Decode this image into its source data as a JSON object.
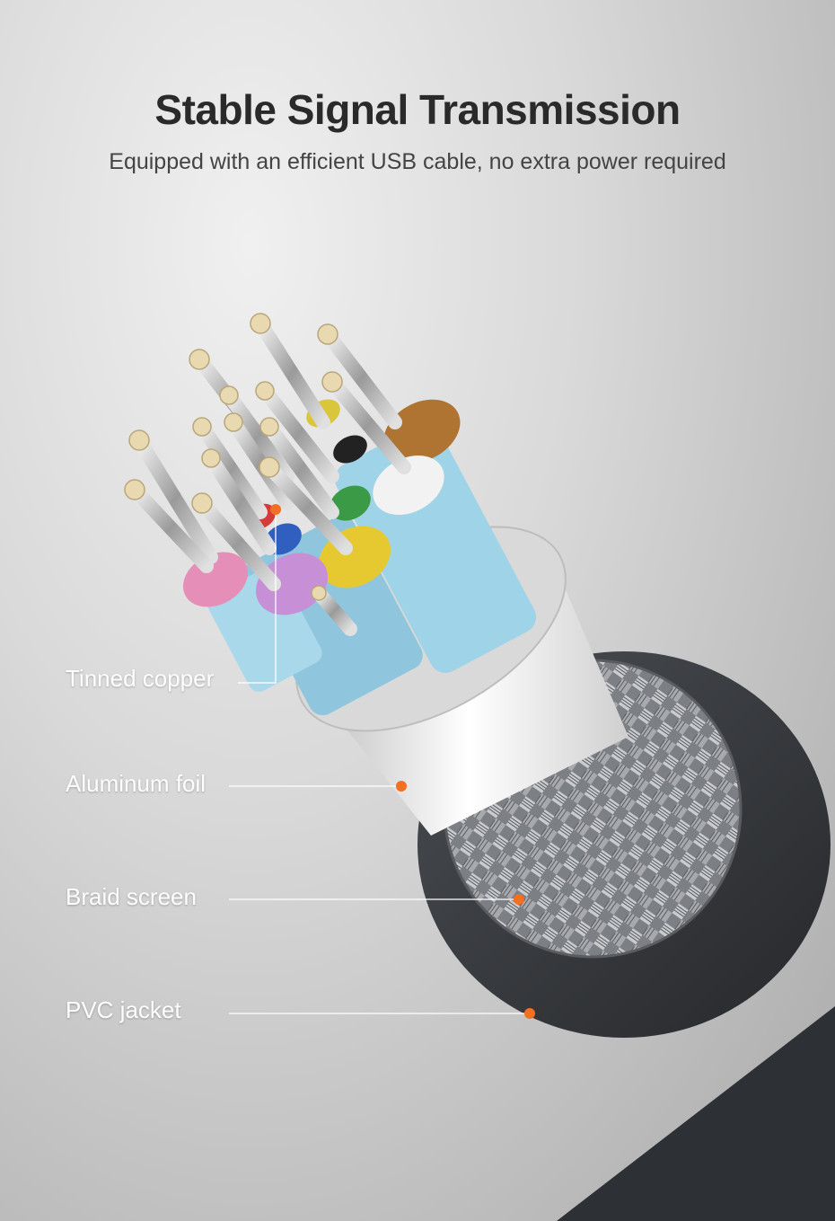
{
  "header": {
    "title": "Stable Signal Transmission",
    "subtitle": "Equipped with an efficient USB cable, no extra power required"
  },
  "labels": [
    {
      "id": "tinned-copper",
      "text": "Tinned copper"
    },
    {
      "id": "aluminum-foil",
      "text": "Aluminum foil"
    },
    {
      "id": "braid-screen",
      "text": "Braid screen"
    },
    {
      "id": "pvc-jacket",
      "text": "PVC jacket"
    }
  ],
  "colors": {
    "accent_dot": "#f36f21",
    "jacket": "#3a3d42",
    "foil": "#e6e6e6",
    "inner_sheath": "#9fd3e8"
  }
}
